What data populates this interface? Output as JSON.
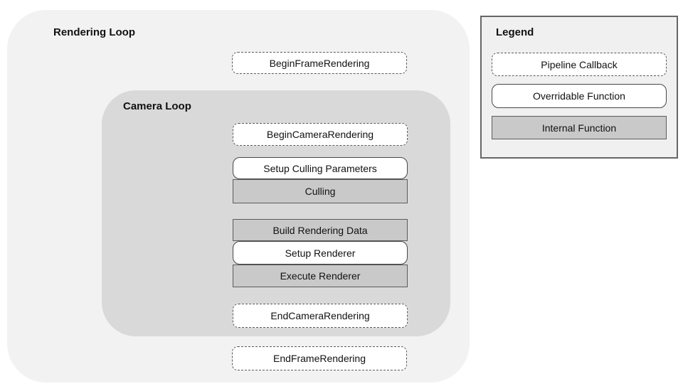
{
  "diagram": {
    "rendering_loop": {
      "label": "Rendering Loop",
      "begin_frame": {
        "label": "BeginFrameRendering",
        "type": "Pipeline Callback"
      },
      "end_frame": {
        "label": "EndFrameRendering",
        "type": "Pipeline Callback"
      },
      "camera_loop": {
        "label": "Camera Loop",
        "steps": [
          {
            "label": "BeginCameraRendering",
            "type": "Pipeline Callback"
          },
          {
            "label": "Setup Culling Parameters",
            "type": "Overridable Function"
          },
          {
            "label": "Culling",
            "type": "Internal Function"
          },
          {
            "label": "Build Rendering Data",
            "type": "Internal Function"
          },
          {
            "label": "Setup Renderer",
            "type": "Overridable Function"
          },
          {
            "label": "Execute Renderer",
            "type": "Internal Function"
          },
          {
            "label": "EndCameraRendering",
            "type": "Pipeline Callback"
          }
        ]
      }
    }
  },
  "legend": {
    "title": "Legend",
    "items": [
      {
        "label": "Pipeline Callback",
        "type": "pipeline-callback"
      },
      {
        "label": "Overridable Function",
        "type": "overridable-function"
      },
      {
        "label": "Internal Function",
        "type": "internal-function"
      }
    ]
  },
  "colors": {
    "page_background": "#ffffff",
    "rendering_loop_background": "#f2f2f2",
    "camera_loop_background": "#d9d9d9",
    "callback_box_background": "#ffffff",
    "overridable_box_background": "#ffffff",
    "internal_box_background": "#c9c9c9",
    "box_border": "#4d4d4d",
    "legend_background": "#f0f0f0",
    "legend_border": "#666666",
    "text": "#111111"
  }
}
